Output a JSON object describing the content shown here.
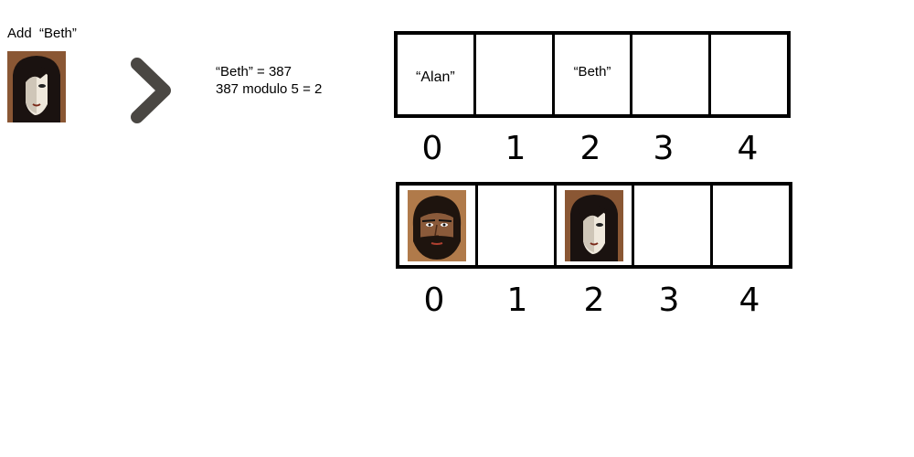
{
  "header": {
    "add_label": "Add  “Beth”"
  },
  "calculation": {
    "line1": "“Beth” = 387",
    "line2": "387 modulo 5 = 2"
  },
  "top_array": {
    "cells": [
      "“Alan”",
      "",
      "“Beth”",
      "",
      ""
    ],
    "indices": [
      "0",
      "1",
      "2",
      "3",
      "4"
    ]
  },
  "bottom_array": {
    "cells": [
      "alan-portrait",
      "",
      "beth-portrait",
      "",
      ""
    ],
    "indices": [
      "0",
      "1",
      "2",
      "3",
      "4"
    ]
  },
  "icons": {
    "arrow": "chevron-right-icon",
    "beth": "beth-portrait-icon",
    "alan": "alan-portrait-icon"
  },
  "colors": {
    "arrow": "#4a4743",
    "portrait_bg": "#b07a4a",
    "beth_hair": "#1a1210",
    "alan_skin": "#8a5a3a"
  }
}
